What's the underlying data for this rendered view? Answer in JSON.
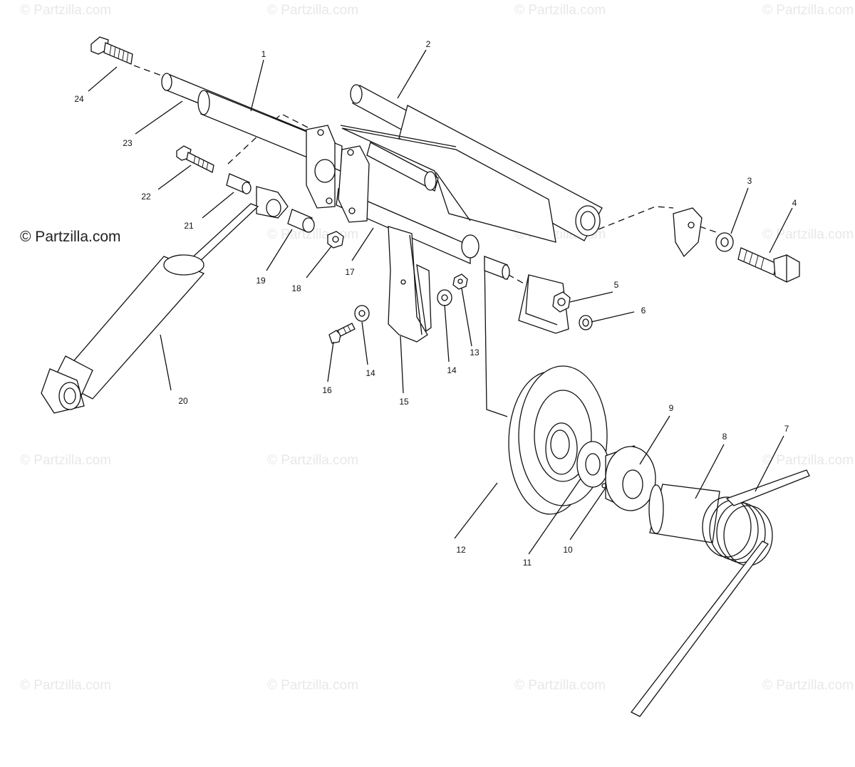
{
  "watermark": {
    "text": "Partzilla.com",
    "copyright_symbol": "©",
    "prominent_text": "© Partzilla.com"
  },
  "parts": [
    {
      "id": "part-1",
      "label": "1"
    },
    {
      "id": "part-2",
      "label": "2"
    },
    {
      "id": "part-3",
      "label": "3"
    },
    {
      "id": "part-4",
      "label": "4"
    },
    {
      "id": "part-5",
      "label": "5"
    },
    {
      "id": "part-6",
      "label": "6"
    },
    {
      "id": "part-7",
      "label": "7"
    },
    {
      "id": "part-8",
      "label": "8"
    },
    {
      "id": "part-9",
      "label": "9"
    },
    {
      "id": "part-10",
      "label": "10"
    },
    {
      "id": "part-11",
      "label": "11"
    },
    {
      "id": "part-12",
      "label": "12"
    },
    {
      "id": "part-13",
      "label": "13"
    },
    {
      "id": "part-14a",
      "label": "14"
    },
    {
      "id": "part-14b",
      "label": "14"
    },
    {
      "id": "part-15",
      "label": "15"
    },
    {
      "id": "part-16",
      "label": "16"
    },
    {
      "id": "part-17",
      "label": "17"
    },
    {
      "id": "part-18",
      "label": "18"
    },
    {
      "id": "part-19",
      "label": "19"
    },
    {
      "id": "part-20",
      "label": "20"
    },
    {
      "id": "part-21",
      "label": "21"
    },
    {
      "id": "part-22",
      "label": "22"
    },
    {
      "id": "part-23",
      "label": "23"
    },
    {
      "id": "part-24",
      "label": "24"
    }
  ]
}
